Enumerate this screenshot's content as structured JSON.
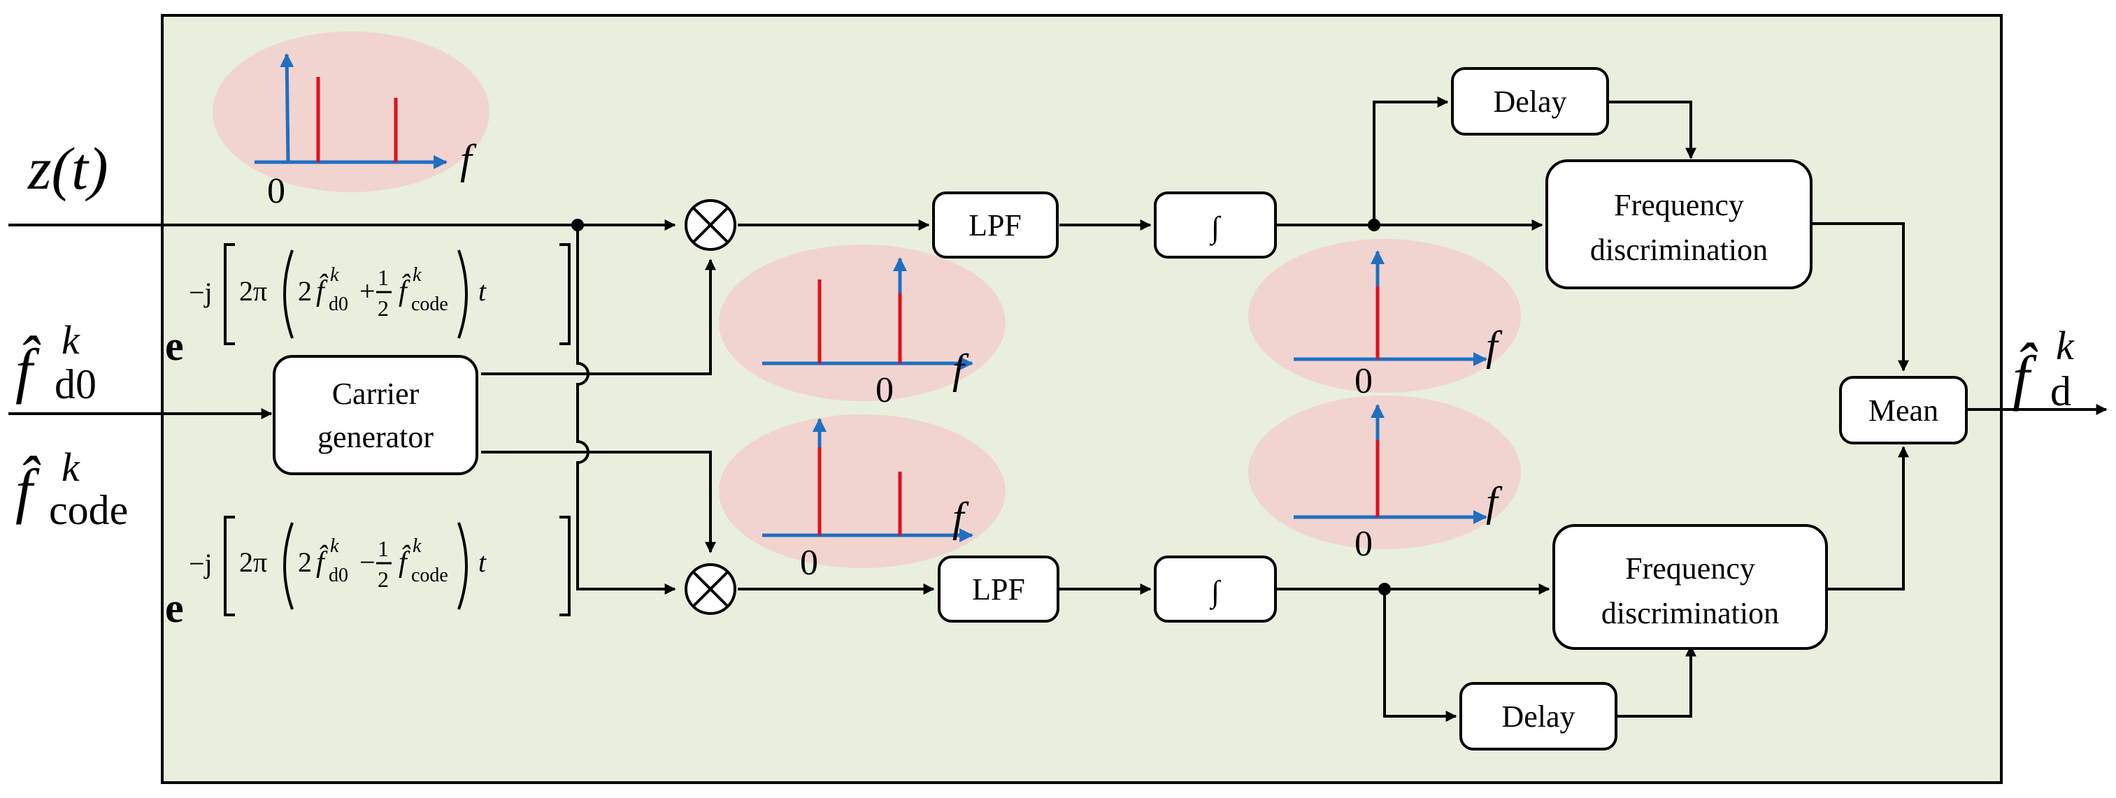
{
  "colors": {
    "panel_fill": "#e8efdc",
    "spectrum_bg": "#f2cfcd",
    "axis_blue": "#1f6fc2",
    "spectral_red": "#e0101a"
  },
  "inputs": {
    "z_t": "z(t)",
    "f_d0": "f̂",
    "f_d0_sup": "k",
    "f_d0_sub": "d0",
    "f_code": "f̂",
    "f_code_sup": "k",
    "f_code_sub": "code"
  },
  "output": {
    "f_d": "f̂",
    "f_d_sup": "k",
    "f_d_sub": "d"
  },
  "exp_upper": {
    "base": "e",
    "minus_j": "−j",
    "two_pi": "2π",
    "two": "2",
    "fhat": "f̂",
    "sub_d0": "d0",
    "sup_k": "k",
    "sign": "+",
    "frac_num": "1",
    "frac_den": "2",
    "sub_code": "code",
    "t": "t"
  },
  "exp_lower": {
    "base": "e",
    "minus_j": "−j",
    "two_pi": "2π",
    "two": "2",
    "fhat": "f̂",
    "sub_d0": "d0",
    "sup_k": "k",
    "sign": "−",
    "frac_num": "1",
    "frac_den": "2",
    "sub_code": "code",
    "t": "t"
  },
  "blocks": {
    "carrier_line1": "Carrier",
    "carrier_line2": "generator",
    "lpf_upper": "LPF",
    "lpf_lower": "LPF",
    "integrator_upper": "∫",
    "integrator_lower": "∫",
    "delay_upper": "Delay",
    "delay_lower": "Delay",
    "freqdisc_upper_line1": "Frequency",
    "freqdisc_upper_line2": "discrimination",
    "freqdisc_lower_line1": "Frequency",
    "freqdisc_lower_line2": "discrimination",
    "mean": "Mean",
    "multiplier_symbol": "⊗"
  },
  "spectra": {
    "input": {
      "origin": "0",
      "axis": "f"
    },
    "mix_up": {
      "origin": "0",
      "axis": "f"
    },
    "mix_dn": {
      "origin": "0",
      "axis": "f"
    },
    "int_up": {
      "origin": "0",
      "axis": "f"
    },
    "int_dn": {
      "origin": "0",
      "axis": "f"
    }
  }
}
